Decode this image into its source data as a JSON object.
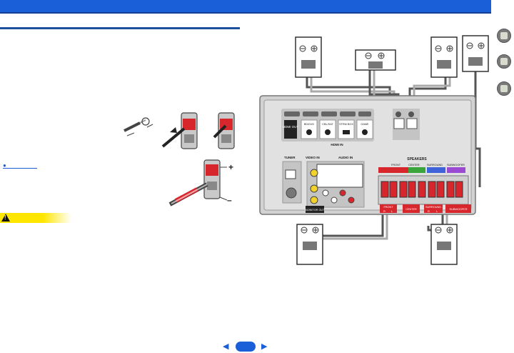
{
  "diagram": {
    "receiver": {
      "hdmi_out": "HDMI OUT",
      "hdmi_inputs": [
        "BD/DVD",
        "CBL/SAT",
        "STRM BOX",
        "GAME"
      ],
      "hdmi_in_label": "HDMI IN",
      "tuner_label": "TUNER",
      "video_in_label": "VIDEO IN",
      "audio_in_label": "AUDIO IN",
      "monitor_out_label": "MONITOR OUT",
      "speakers_label": "SPEAKERS",
      "speaker_groups": [
        "FRONT",
        "CENTER",
        "SURROUND",
        "SUBWOOFER"
      ],
      "bottom_tags": [
        "FRONT",
        "CENTER",
        "SURROUND",
        "SUBWOOFER"
      ],
      "channel_letters": [
        "R",
        "L",
        "R",
        "L"
      ]
    },
    "callouts": {
      "plus": "+",
      "minus": "–"
    }
  },
  "ui": {
    "colors": {
      "header": "#1b5fd8",
      "caution": "#ffe600",
      "speaker_red": "#d8262d"
    }
  }
}
